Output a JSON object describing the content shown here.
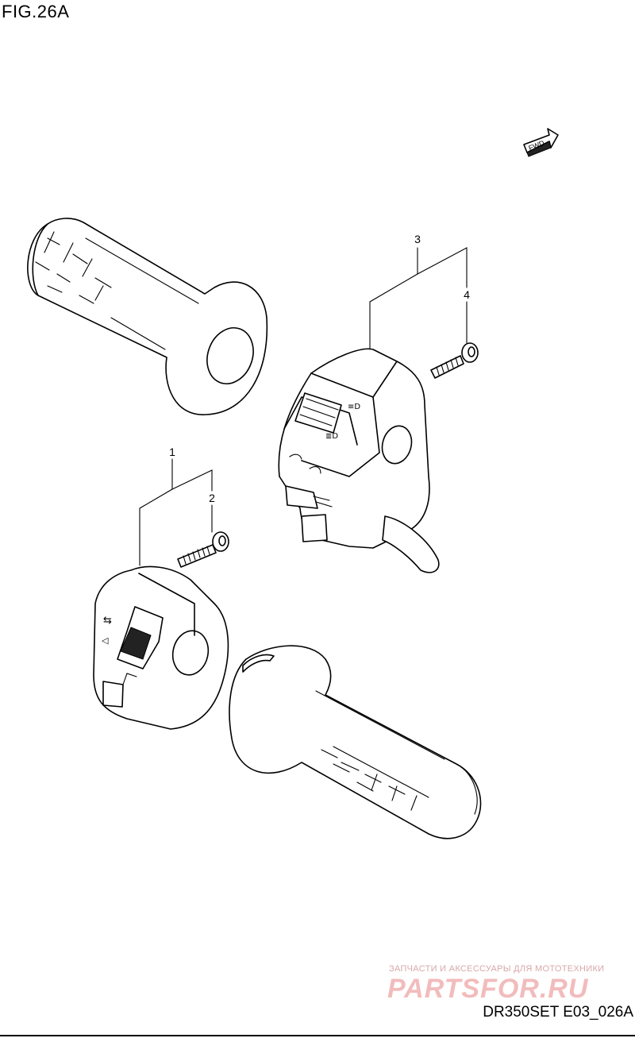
{
  "figure": {
    "title": "FIG.26A",
    "drawing_code": "DR350SET E03_026A",
    "fwd_label": "FWD"
  },
  "callouts": [
    {
      "id": "1",
      "label": "1"
    },
    {
      "id": "2",
      "label": "2"
    },
    {
      "id": "3",
      "label": "3"
    },
    {
      "id": "4",
      "label": "4"
    }
  ],
  "watermark": {
    "line": "ЗАПЧАСТИ И АКСЕССУАРЫ ДЛЯ МОТОТЕХНИКИ",
    "brand": "PARTSFOR.RU",
    "color": "#f2bcbc"
  }
}
